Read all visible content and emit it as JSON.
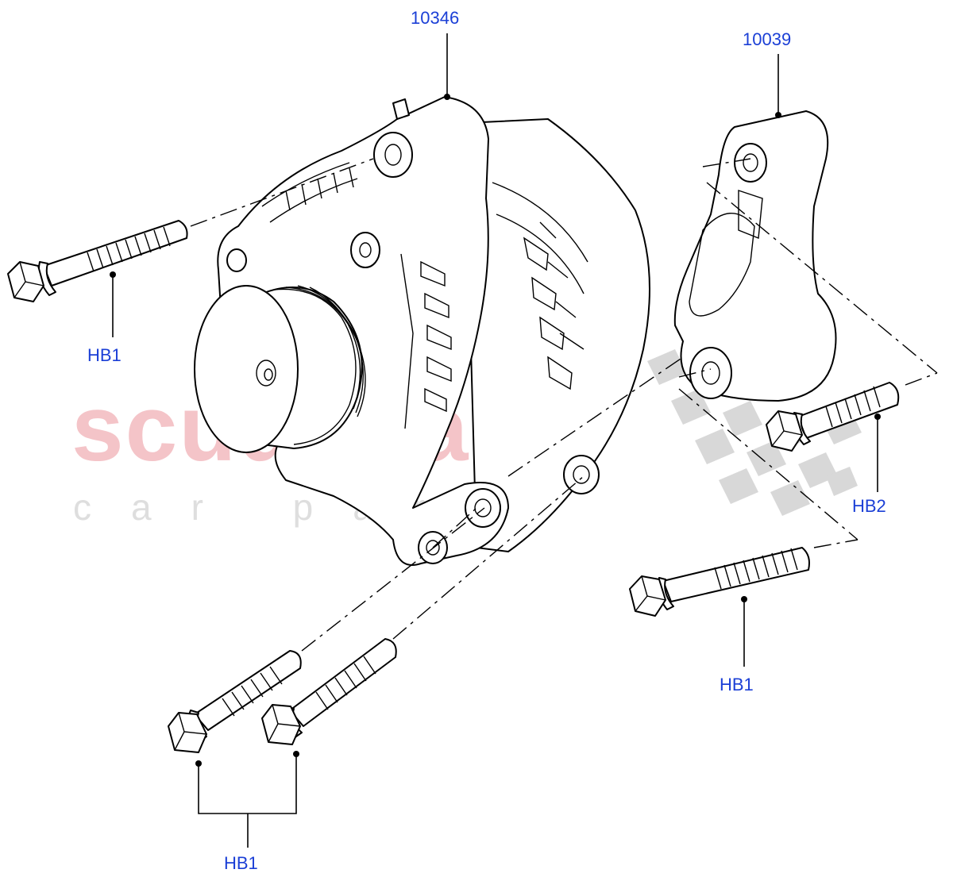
{
  "watermark": {
    "brand": "scuderia",
    "tagline": "car parts"
  },
  "callouts": {
    "alternator": "10346",
    "bracket": "10039",
    "bolt_left": "HB1",
    "bolt_right_upper": "HB2",
    "bolt_right_lower": "HB1",
    "bolts_bottom": "HB1"
  }
}
